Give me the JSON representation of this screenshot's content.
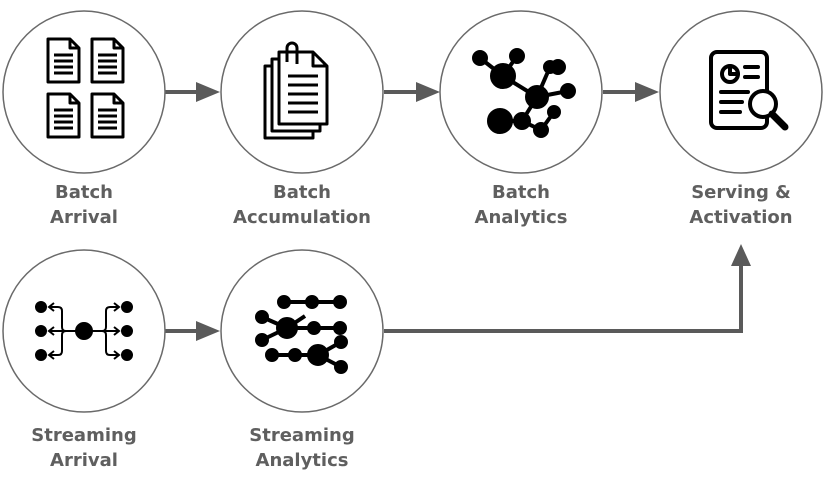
{
  "nodes": {
    "batch_arrival": {
      "line1": "Batch",
      "line2": "Arrival",
      "icon": "documents-icon"
    },
    "batch_accumulation": {
      "line1": "Batch",
      "line2": "Accumulation",
      "icon": "document-stack-icon"
    },
    "batch_analytics": {
      "line1": "Batch",
      "line2": "Analytics",
      "icon": "network-graph-icon"
    },
    "serving_activation": {
      "line1": "Serving &",
      "line2": "Activation",
      "icon": "report-search-icon"
    },
    "streaming_arrival": {
      "line1": "Streaming",
      "line2": "Arrival",
      "icon": "fan-out-icon"
    },
    "streaming_analytics": {
      "line1": "Streaming",
      "line2": "Analytics",
      "icon": "stream-lines-icon"
    }
  },
  "colors": {
    "arrow": "#5a5a5a",
    "circle_stroke": "#6a6a6a",
    "label": "#5f5f5f",
    "icon": "#000000"
  }
}
